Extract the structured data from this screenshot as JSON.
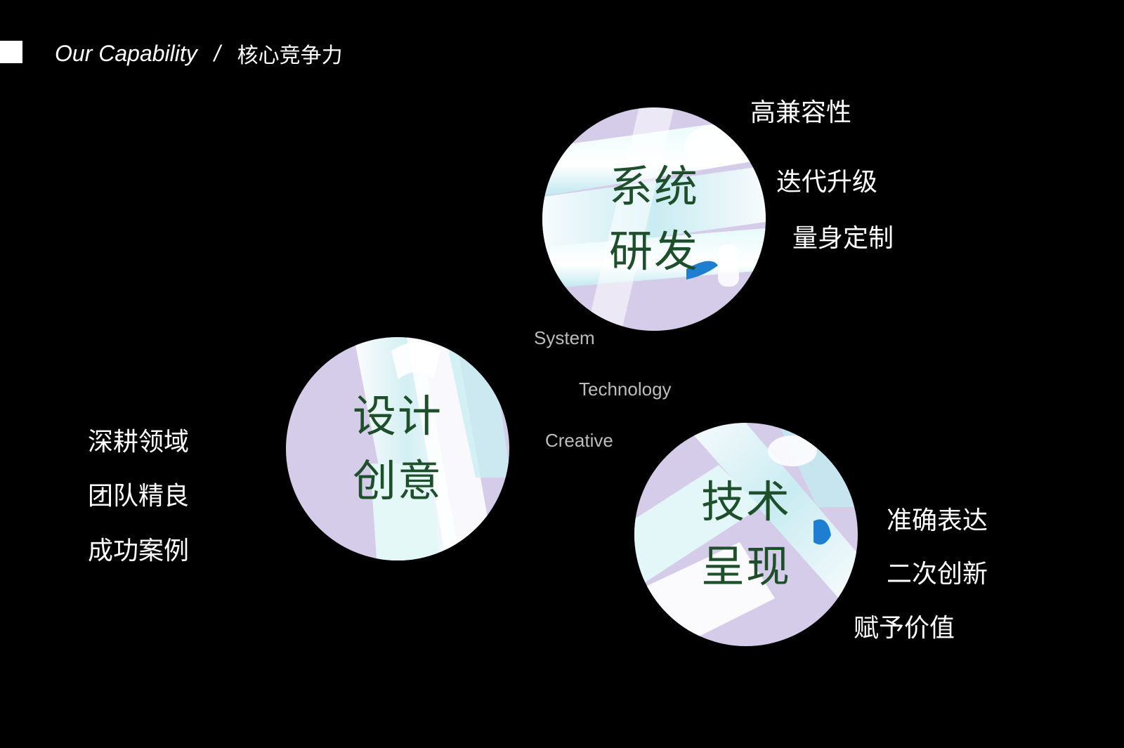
{
  "header": {
    "title_en": "Our Capability",
    "separator": "/",
    "title_zh": "核心竞争力"
  },
  "circles": {
    "system": {
      "line1": "系统",
      "line2": "研发"
    },
    "creative": {
      "line1": "设计",
      "line2": "创意"
    },
    "tech": {
      "line1": "技术",
      "line2": "呈现"
    }
  },
  "features": {
    "system": [
      "高兼容性",
      "迭代升级",
      "量身定制"
    ],
    "creative": [
      "深耕领域",
      "团队精良",
      "成功案例"
    ],
    "tech": [
      "准确表达",
      "二次创新",
      "赋予价值"
    ]
  },
  "keywords": {
    "system": "System",
    "technology": "Technology",
    "creative": "Creative"
  },
  "colors": {
    "background": "#000000",
    "circle_text": "#1d4f2a",
    "keyword_text": "#bdbdbd",
    "lavender": "#d4cce8",
    "pale_cyan": "#d8f4f4",
    "accent_blue": "#1e7fd0"
  }
}
